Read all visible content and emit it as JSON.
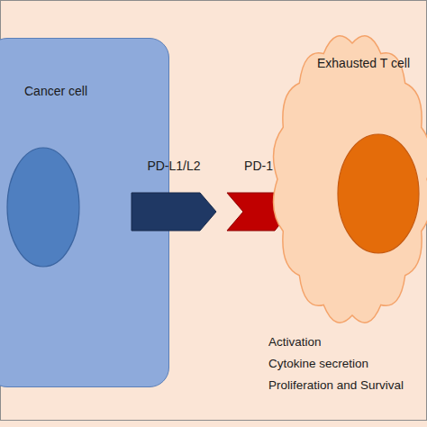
{
  "diagram": {
    "nodes": [
      {
        "text": [
          "Cancer cell"
        ]
      },
      {
        "text": [
          "PD-L1/L2"
        ]
      },
      {
        "text": [
          "PD-1"
        ]
      },
      {
        "text": [
          "Exhausted T cell"
        ]
      }
    ],
    "labels": [
      "Activation",
      "Cytokine secretion",
      "Proliferation and Survival"
    ]
  }
}
